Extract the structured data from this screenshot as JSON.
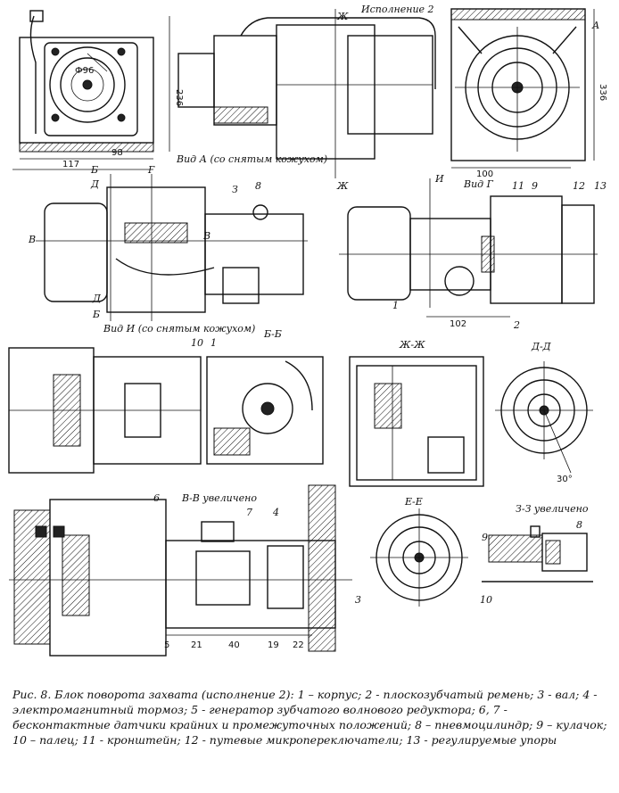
{
  "caption": "Рис. 8. Блок поворота захвата (исполнение 2): 1 – корпус; 2 - плоскозубчатый ремень; 3 - вал; 4 - электромагнитный тормоз; 5 - генератор зубчатого волнового редуктора; 6, 7 - бесконтактные датчики крайних и промежуточных положений; 8 – пневмоцилиндр; 9 – кулачок; 10 – палец; 11 - кронштейн; 12 - путевые микропереключатели; 13 - регулируемые упоры",
  "views": {
    "top_variant": "Исполнение 2",
    "view_a": "Вид А (со снятым кожухом)",
    "view_i": "Вид И (со снятым кожухом)",
    "view_g": "Вид Г",
    "section_bb": "Б-Б",
    "section_zhzh": "Ж-Ж",
    "section_dd": "Д-Д",
    "section_vv": "В-В увеличено",
    "section_ee": "Е-Е",
    "section_zz": "З-З увеличено"
  },
  "dimensions": {
    "d96": "Ф96",
    "h236a": "236",
    "w98": "98",
    "w117": "117",
    "h336": "336",
    "w100": "100",
    "w102": "102",
    "angle30": "30°",
    "d5": "5",
    "d21": "21",
    "d40": "40",
    "d19": "19",
    "d22": "22"
  },
  "markers": {
    "A": "А",
    "B": "Б",
    "V": "В",
    "G": "Г",
    "D": "Д",
    "Zh": "Ж",
    "I": "И",
    "Z": "З"
  },
  "parts": {
    "p1": "1",
    "p2": "2",
    "p3": "3",
    "p4": "4",
    "p6": "6",
    "p7": "7",
    "p8": "8",
    "p9": "9",
    "p10": "10",
    "p11": "11",
    "p12": "12",
    "p13": "13"
  }
}
